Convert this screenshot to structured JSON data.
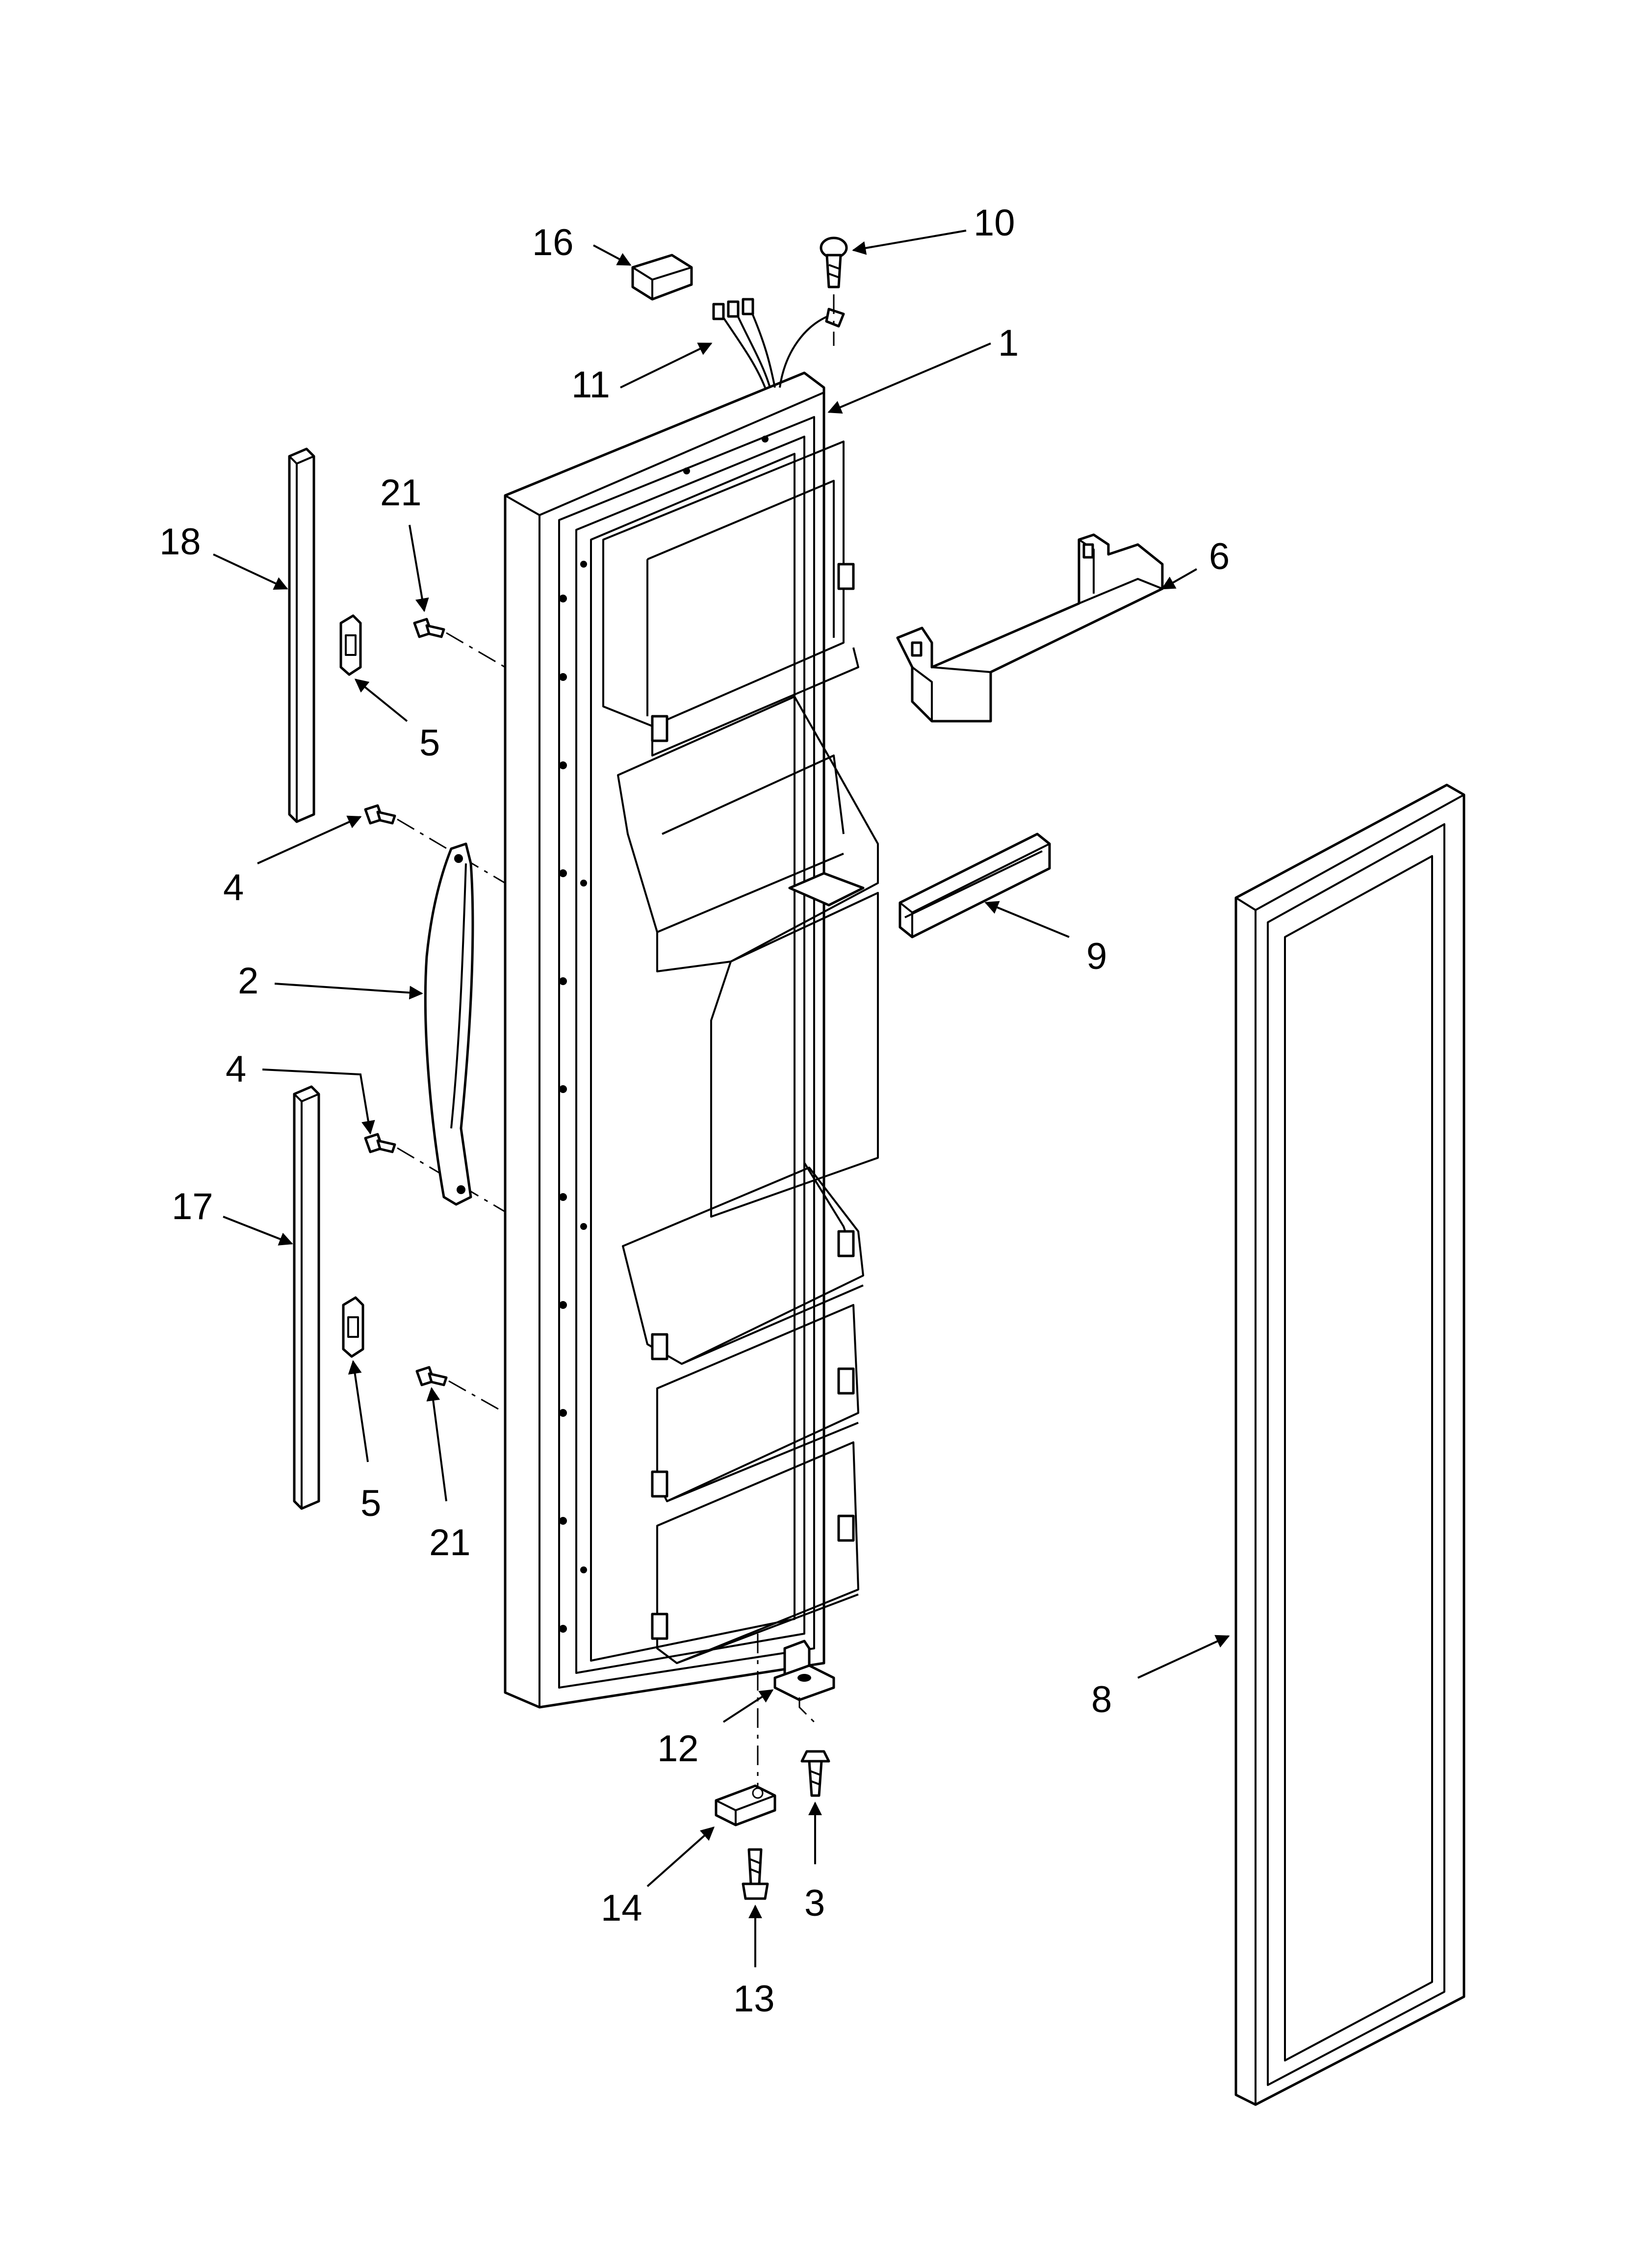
{
  "diagram": {
    "colors": {
      "line": "#000000",
      "background": "#ffffff"
    },
    "callouts": [
      {
        "id": "c16",
        "label": "16"
      },
      {
        "id": "c10",
        "label": "10"
      },
      {
        "id": "c11",
        "label": "11"
      },
      {
        "id": "c1",
        "label": "1"
      },
      {
        "id": "c18",
        "label": "18"
      },
      {
        "id": "c21a",
        "label": "21"
      },
      {
        "id": "c5a",
        "label": "5"
      },
      {
        "id": "c6",
        "label": "6"
      },
      {
        "id": "c4a",
        "label": "4"
      },
      {
        "id": "c9",
        "label": "9"
      },
      {
        "id": "c2",
        "label": "2"
      },
      {
        "id": "c4b",
        "label": "4"
      },
      {
        "id": "c17",
        "label": "17"
      },
      {
        "id": "c5b",
        "label": "5"
      },
      {
        "id": "c21b",
        "label": "21"
      },
      {
        "id": "c8",
        "label": "8"
      },
      {
        "id": "c12",
        "label": "12"
      },
      {
        "id": "c14",
        "label": "14"
      },
      {
        "id": "c3",
        "label": "3"
      },
      {
        "id": "c13",
        "label": "13"
      }
    ]
  }
}
